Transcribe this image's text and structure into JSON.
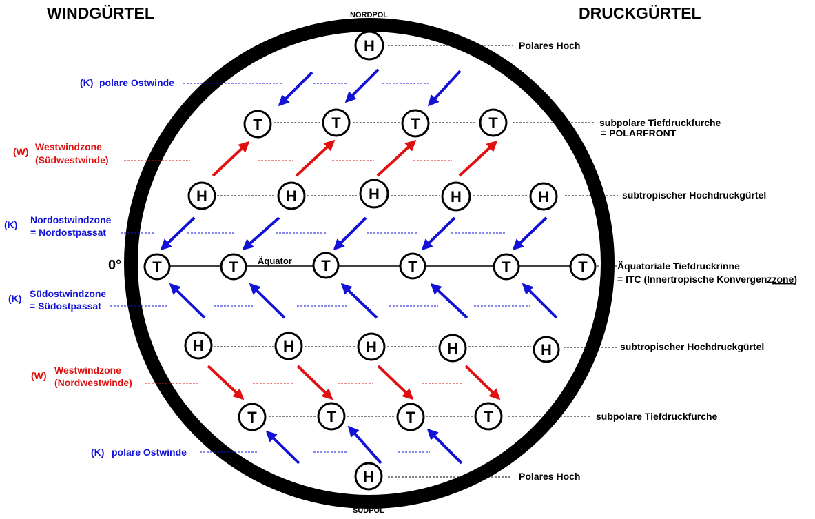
{
  "header": {
    "left_title": "WINDGÜRTEL",
    "right_title": "DRUCKGÜRTEL",
    "north": "NORDPOL",
    "south": "SÜDPOL"
  },
  "equator": {
    "degree": "0°",
    "label": "Äquator"
  },
  "symbols": {
    "high": "H",
    "low": "T"
  },
  "pressure_belts": {
    "polar_high_north": "Polares Hoch",
    "subpolar_low_north_1": "subpolare Tiefdruckfurche",
    "subpolar_low_north_2": "= POLARFRONT",
    "subtropical_high_north": "subtropischer Hochdruckgürtel",
    "itc_1": "Äquatoriale Tiefdruckrinne",
    "itc_2_prefix": "= ITC (Innertropische Konvergenz",
    "itc_2_underlined": "zone",
    "itc_2_suffix": ")",
    "subtropical_high_south": "subtropischer Hochdruckgürtel",
    "subpolar_low_south": "subpolare Tiefdruckfurche",
    "polar_high_south": "Polares Hoch"
  },
  "wind_belts": {
    "polar_east_north_tag": "(K)",
    "polar_east_north": "polare Ostwinde",
    "west_north_tag": "(W)",
    "west_north_1": "Westwindzone",
    "west_north_2": "(Südwestwinde)",
    "ne_trade_tag": "(K)",
    "ne_trade_1": "Nordostwindzone",
    "ne_trade_2": "=  Nordostpassat",
    "se_trade_tag": "(K)",
    "se_trade_1": "Südostwindzone",
    "se_trade_2": "= Südostpassat",
    "west_south_tag": "(W)",
    "west_south_1": "Westwindzone",
    "west_south_2": "(Nordwestwinde)",
    "polar_east_south_tag": "(K)",
    "polar_east_south": "polare Ostwinde"
  },
  "colors": {
    "easterlies": "#1212d6",
    "westerlies": "#e01010",
    "outline": "#000000"
  }
}
